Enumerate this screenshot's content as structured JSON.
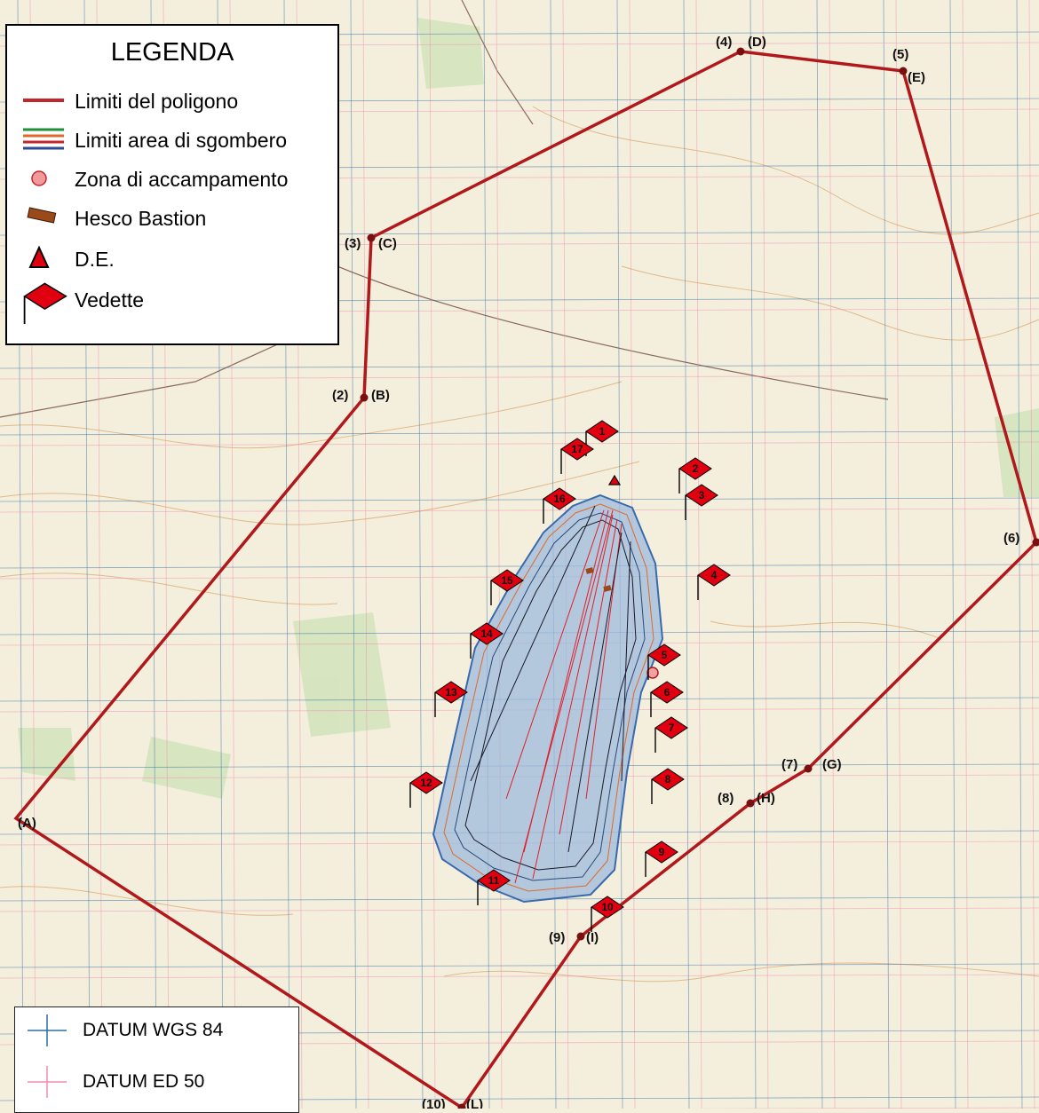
{
  "legend": {
    "title": "LEGENDA",
    "items": [
      {
        "label": "Limiti del poligono",
        "icon": "red-line-icon"
      },
      {
        "label": "Limiti area di sgombero",
        "icon": "multicolor-lines-icon"
      },
      {
        "label": "Zona di accampamento",
        "icon": "pink-circle-icon"
      },
      {
        "label": "Hesco Bastion",
        "icon": "brown-bar-icon"
      },
      {
        "label": "D.E.",
        "icon": "red-triangle-icon"
      },
      {
        "label": "Vedette",
        "icon": "red-flag-icon"
      }
    ]
  },
  "datum": {
    "items": [
      {
        "label": "DATUM WGS 84",
        "color": "#2b6ea6"
      },
      {
        "label": "DATUM ED 50",
        "color": "#f08cb0"
      }
    ]
  },
  "points": [
    {
      "label": "(4)",
      "letter": "(D)"
    },
    {
      "label": "(5)",
      "letter": "(E)"
    },
    {
      "label": "(3)",
      "letter": "(C)"
    },
    {
      "label": "(2)",
      "letter": "(B)"
    },
    {
      "label": "(6)",
      "letter": ""
    },
    {
      "label": "(7)",
      "letter": "(G)"
    },
    {
      "label": "(8)",
      "letter": "(H)"
    },
    {
      "label": "(9)",
      "letter": "(I)"
    },
    {
      "label": "(10)",
      "letter": "(L)"
    },
    {
      "label": "",
      "letter": "(A)"
    }
  ],
  "vedette": [
    "1",
    "2",
    "3",
    "4",
    "5",
    "6",
    "7",
    "8",
    "9",
    "10",
    "11",
    "12",
    "13",
    "14",
    "15",
    "16",
    "17"
  ],
  "colors": {
    "polygon": "#b0181b",
    "flag": "#e0000f",
    "area_fill": "#9db9dd",
    "wgs84": "#2b6ea6",
    "ed50": "#f08cb0"
  }
}
